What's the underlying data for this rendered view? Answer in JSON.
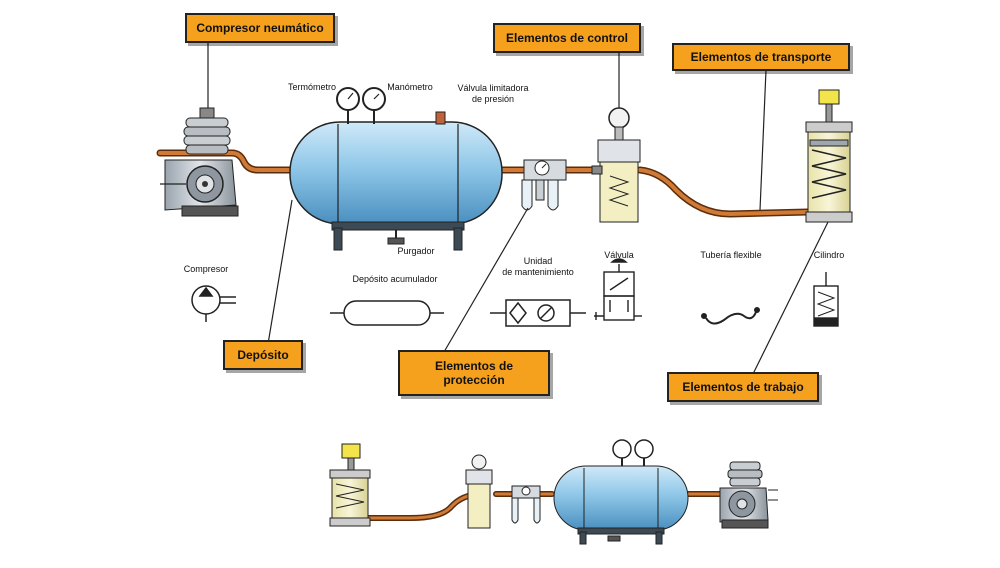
{
  "callouts": {
    "compresor_neumatico": "Compresor neumático",
    "elementos_control": "Elementos de control",
    "elementos_transporte": "Elementos de transporte",
    "deposito": "Depósito",
    "elementos_proteccion_1": "Elementos de",
    "elementos_proteccion_2": "protección",
    "elementos_trabajo": "Elementos de trabajo"
  },
  "labels": {
    "termometro": "Termómetro",
    "manometro": "Manómetro",
    "valvula_limitadora_1": "Válvula limitadora",
    "valvula_limitadora_2": "de presión",
    "purgador": "Purgador",
    "compresor": "Compresor",
    "deposito_acumulador": "Depósito acumulador",
    "unidad_mant_1": "Unidad",
    "unidad_mant_2": "de mantenimiento",
    "valvula": "Válvula",
    "tuberia_flexible": "Tubería flexible",
    "cilindro": "Cilindro"
  },
  "colors": {
    "callout_fill": "#f5a11e",
    "pipe": "#c8702e",
    "tank": "#8fc7e8",
    "tank_dark": "#4a8fbf",
    "cylinder_body": "#f3efc2"
  }
}
